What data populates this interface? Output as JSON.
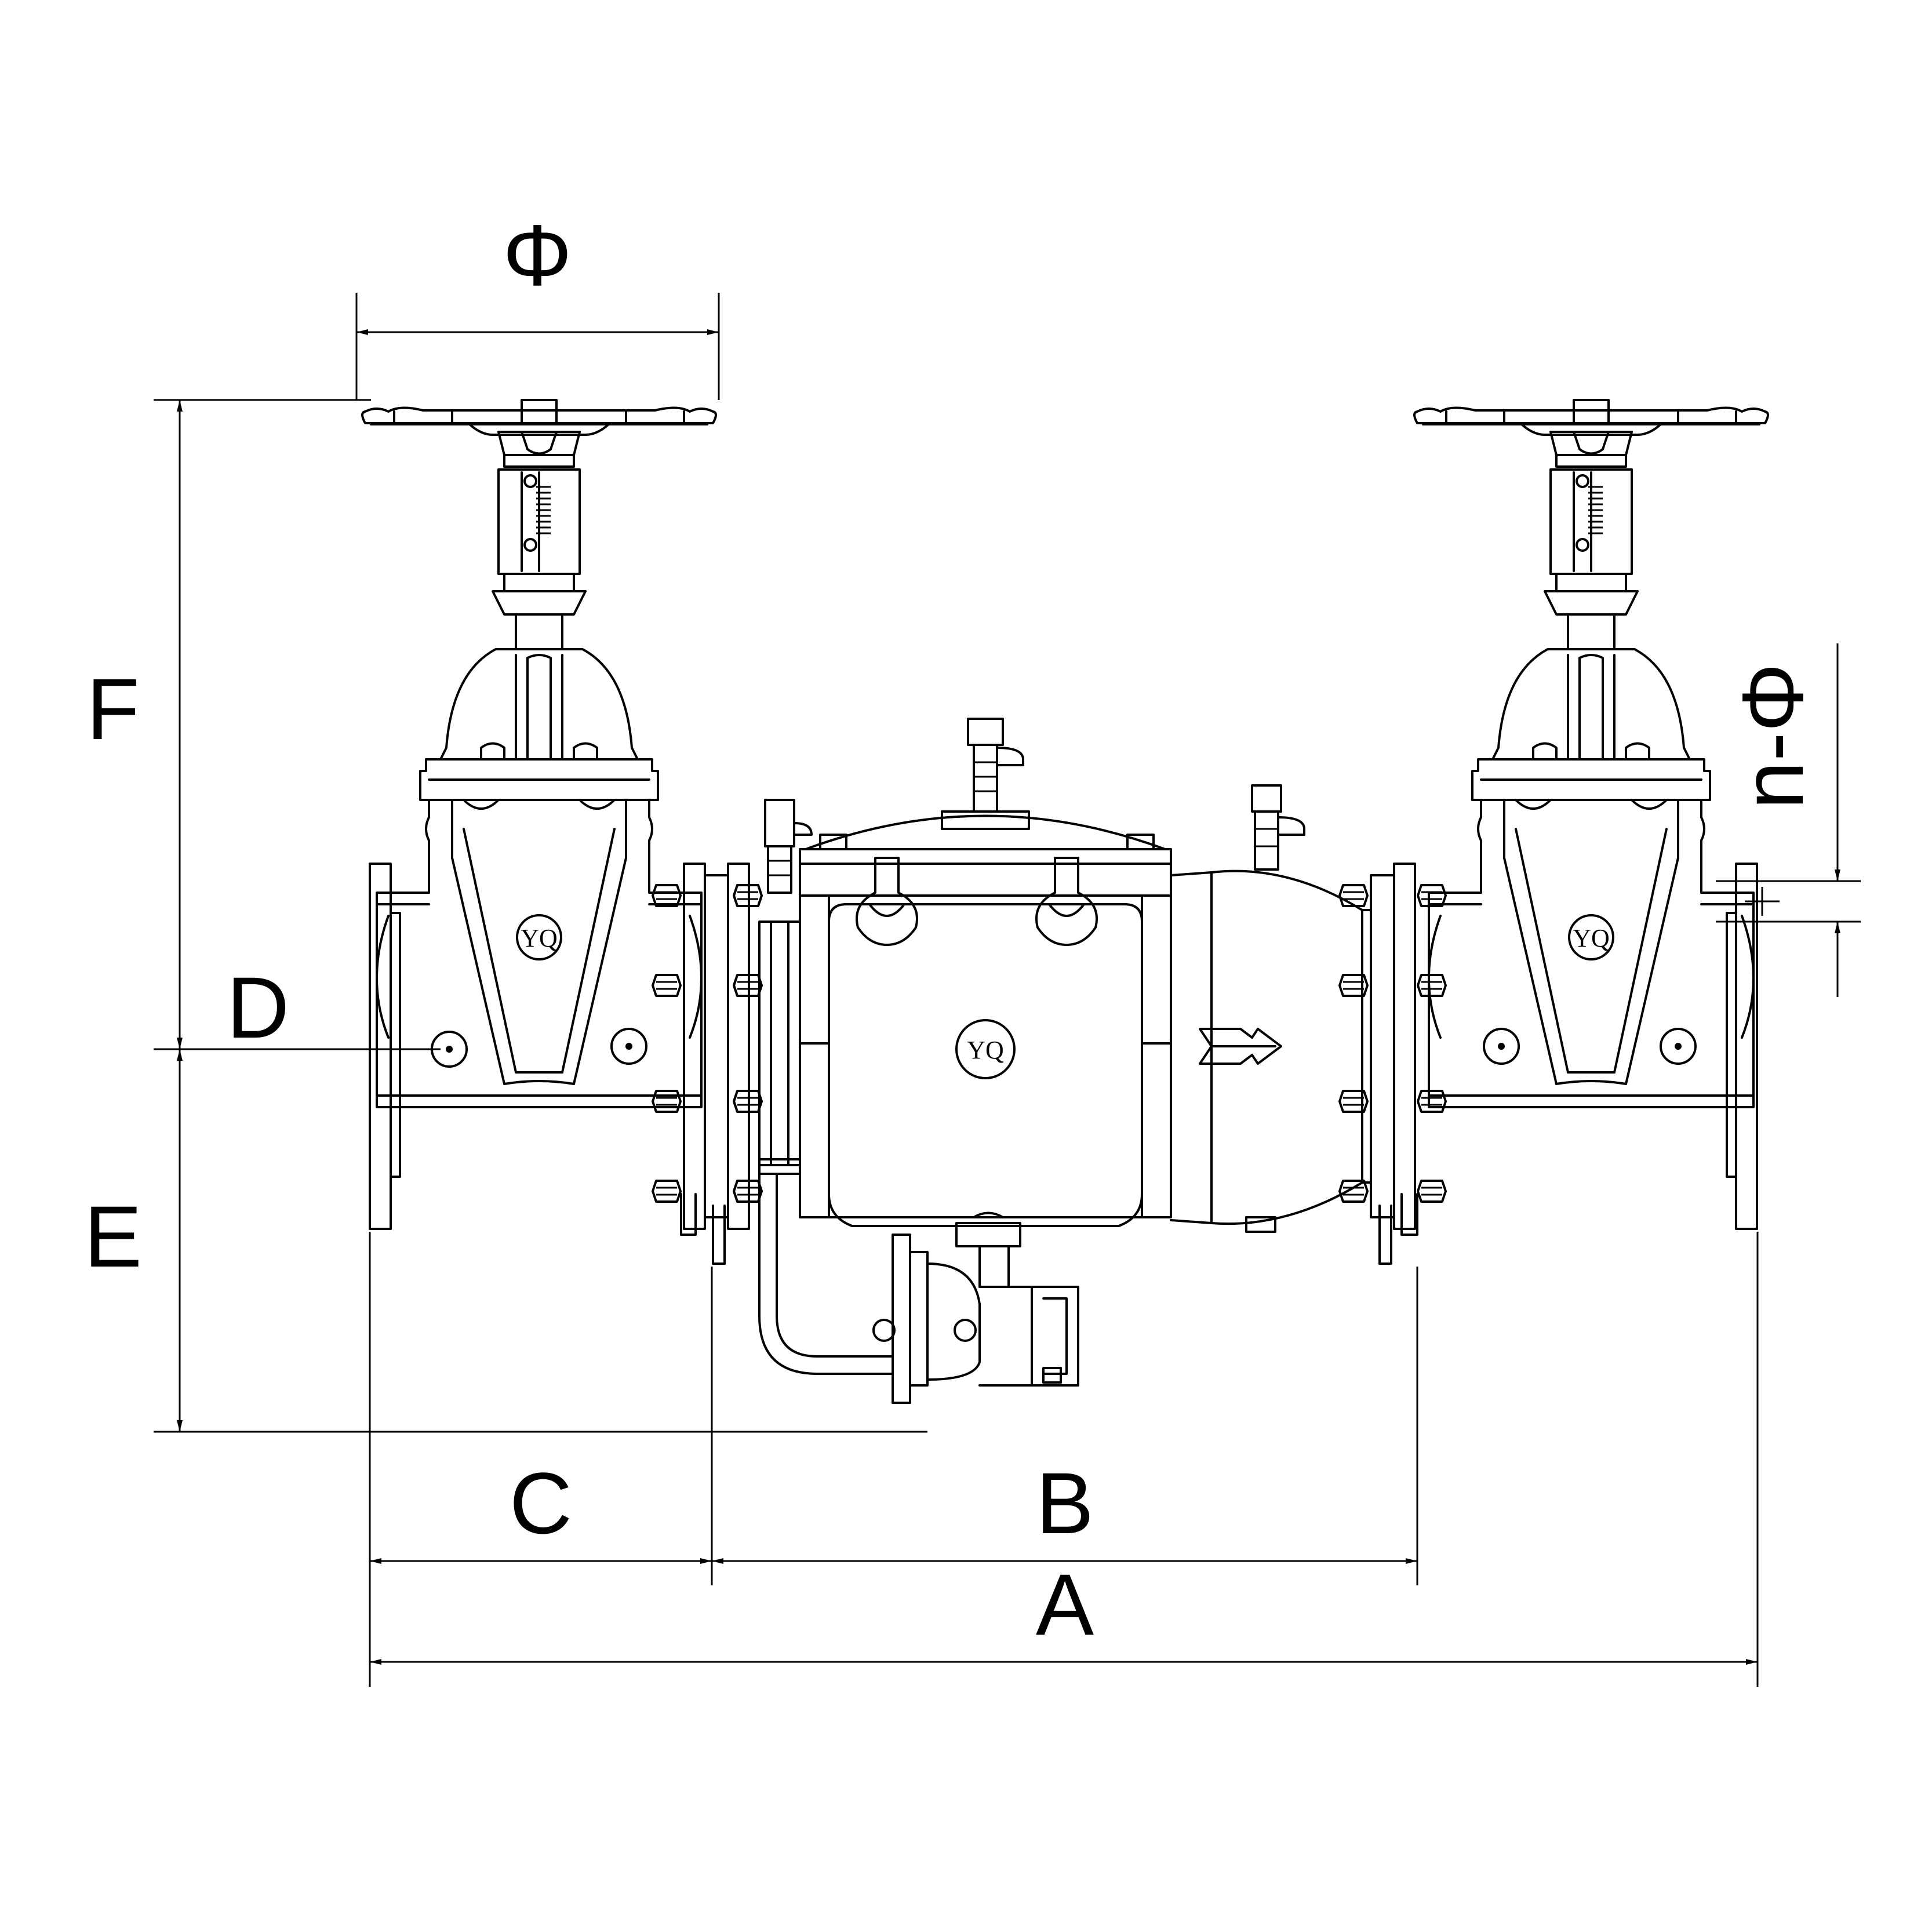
{
  "dimensions": {
    "phi": "Φ",
    "f": "F",
    "d": "D",
    "e": "E",
    "c": "C",
    "b": "B",
    "a": "A",
    "n_phi": "n-Φ"
  },
  "markings": {
    "left_valve_logo": "YQ",
    "center_body_logo": "YQ",
    "right_valve_logo": "YQ"
  }
}
